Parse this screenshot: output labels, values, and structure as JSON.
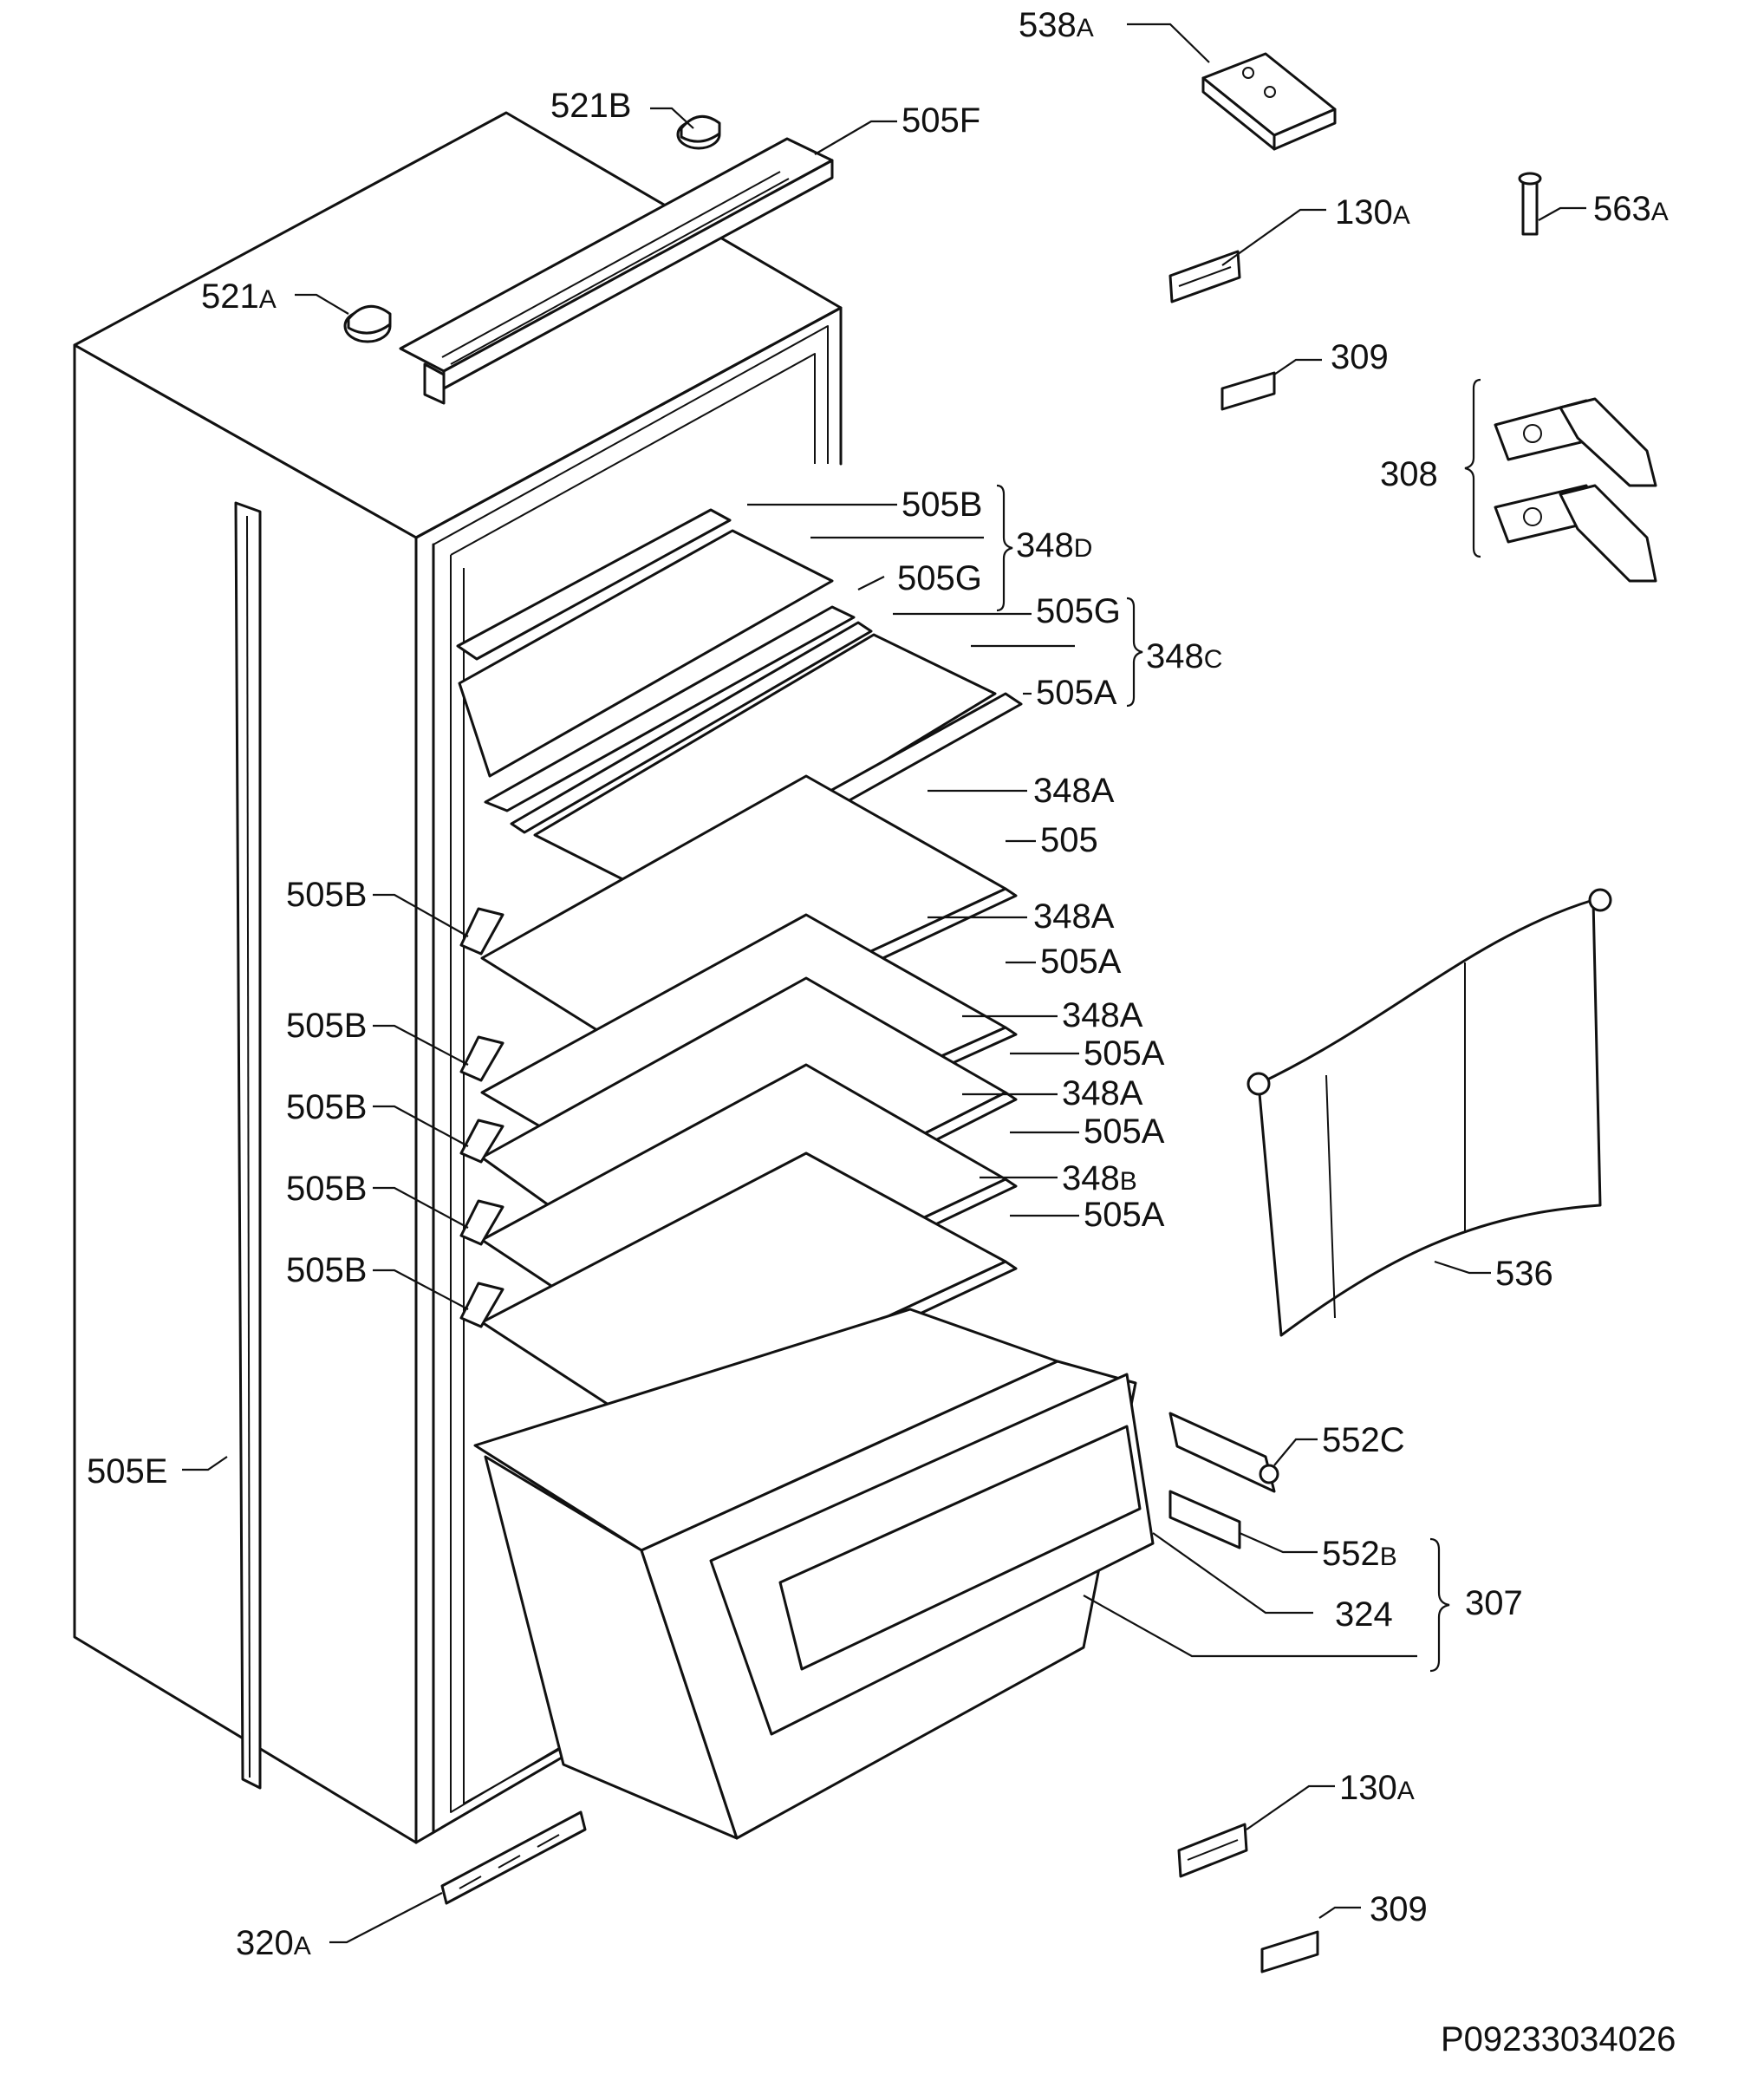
{
  "labels": {
    "p538A": {
      "num": "538",
      "suf": "A"
    },
    "p521B": {
      "num": "521B",
      "suf": ""
    },
    "p505F": {
      "num": "505F",
      "suf": ""
    },
    "p130A1": {
      "num": "130",
      "suf": "A"
    },
    "p563A": {
      "num": "563",
      "suf": "A"
    },
    "p521A": {
      "num": "521",
      "suf": "A"
    },
    "p309a": {
      "num": "309",
      "suf": ""
    },
    "p308": {
      "num": "308",
      "suf": ""
    },
    "p505B_top": {
      "num": "505B",
      "suf": ""
    },
    "p348D": {
      "num": "348",
      "suf": "D"
    },
    "p505G1": {
      "num": "505G",
      "suf": ""
    },
    "p505G2": {
      "num": "505G",
      "suf": ""
    },
    "p348C": {
      "num": "348",
      "suf": "C"
    },
    "p505A1": {
      "num": "505A",
      "suf": ""
    },
    "p348A1": {
      "num": "348A",
      "suf": ""
    },
    "p505": {
      "num": "505",
      "suf": ""
    },
    "p505B1": {
      "num": "505B",
      "suf": ""
    },
    "p348A2": {
      "num": "348A",
      "suf": ""
    },
    "p505A2": {
      "num": "505A",
      "suf": ""
    },
    "p505B2": {
      "num": "505B",
      "suf": ""
    },
    "p348A3": {
      "num": "348A",
      "suf": ""
    },
    "p505A3": {
      "num": "505A",
      "suf": ""
    },
    "p505B3": {
      "num": "505B",
      "suf": ""
    },
    "p348A4": {
      "num": "348A",
      "suf": ""
    },
    "p505A4": {
      "num": "505A",
      "suf": ""
    },
    "p505B4": {
      "num": "505B",
      "suf": ""
    },
    "p348B": {
      "num": "348",
      "suf": "B"
    },
    "p505A5": {
      "num": "505A",
      "suf": ""
    },
    "p505B5": {
      "num": "505B",
      "suf": ""
    },
    "p536": {
      "num": "536",
      "suf": ""
    },
    "p505E": {
      "num": "505E",
      "suf": ""
    },
    "p552C": {
      "num": "552C",
      "suf": ""
    },
    "p552B": {
      "num": "552",
      "suf": "B"
    },
    "p324": {
      "num": "324",
      "suf": ""
    },
    "p307": {
      "num": "307",
      "suf": ""
    },
    "p130A2": {
      "num": "130",
      "suf": "A"
    },
    "p320A": {
      "num": "320",
      "suf": "A"
    },
    "p309b": {
      "num": "309",
      "suf": ""
    }
  },
  "footer": {
    "code": "P09233034026"
  }
}
